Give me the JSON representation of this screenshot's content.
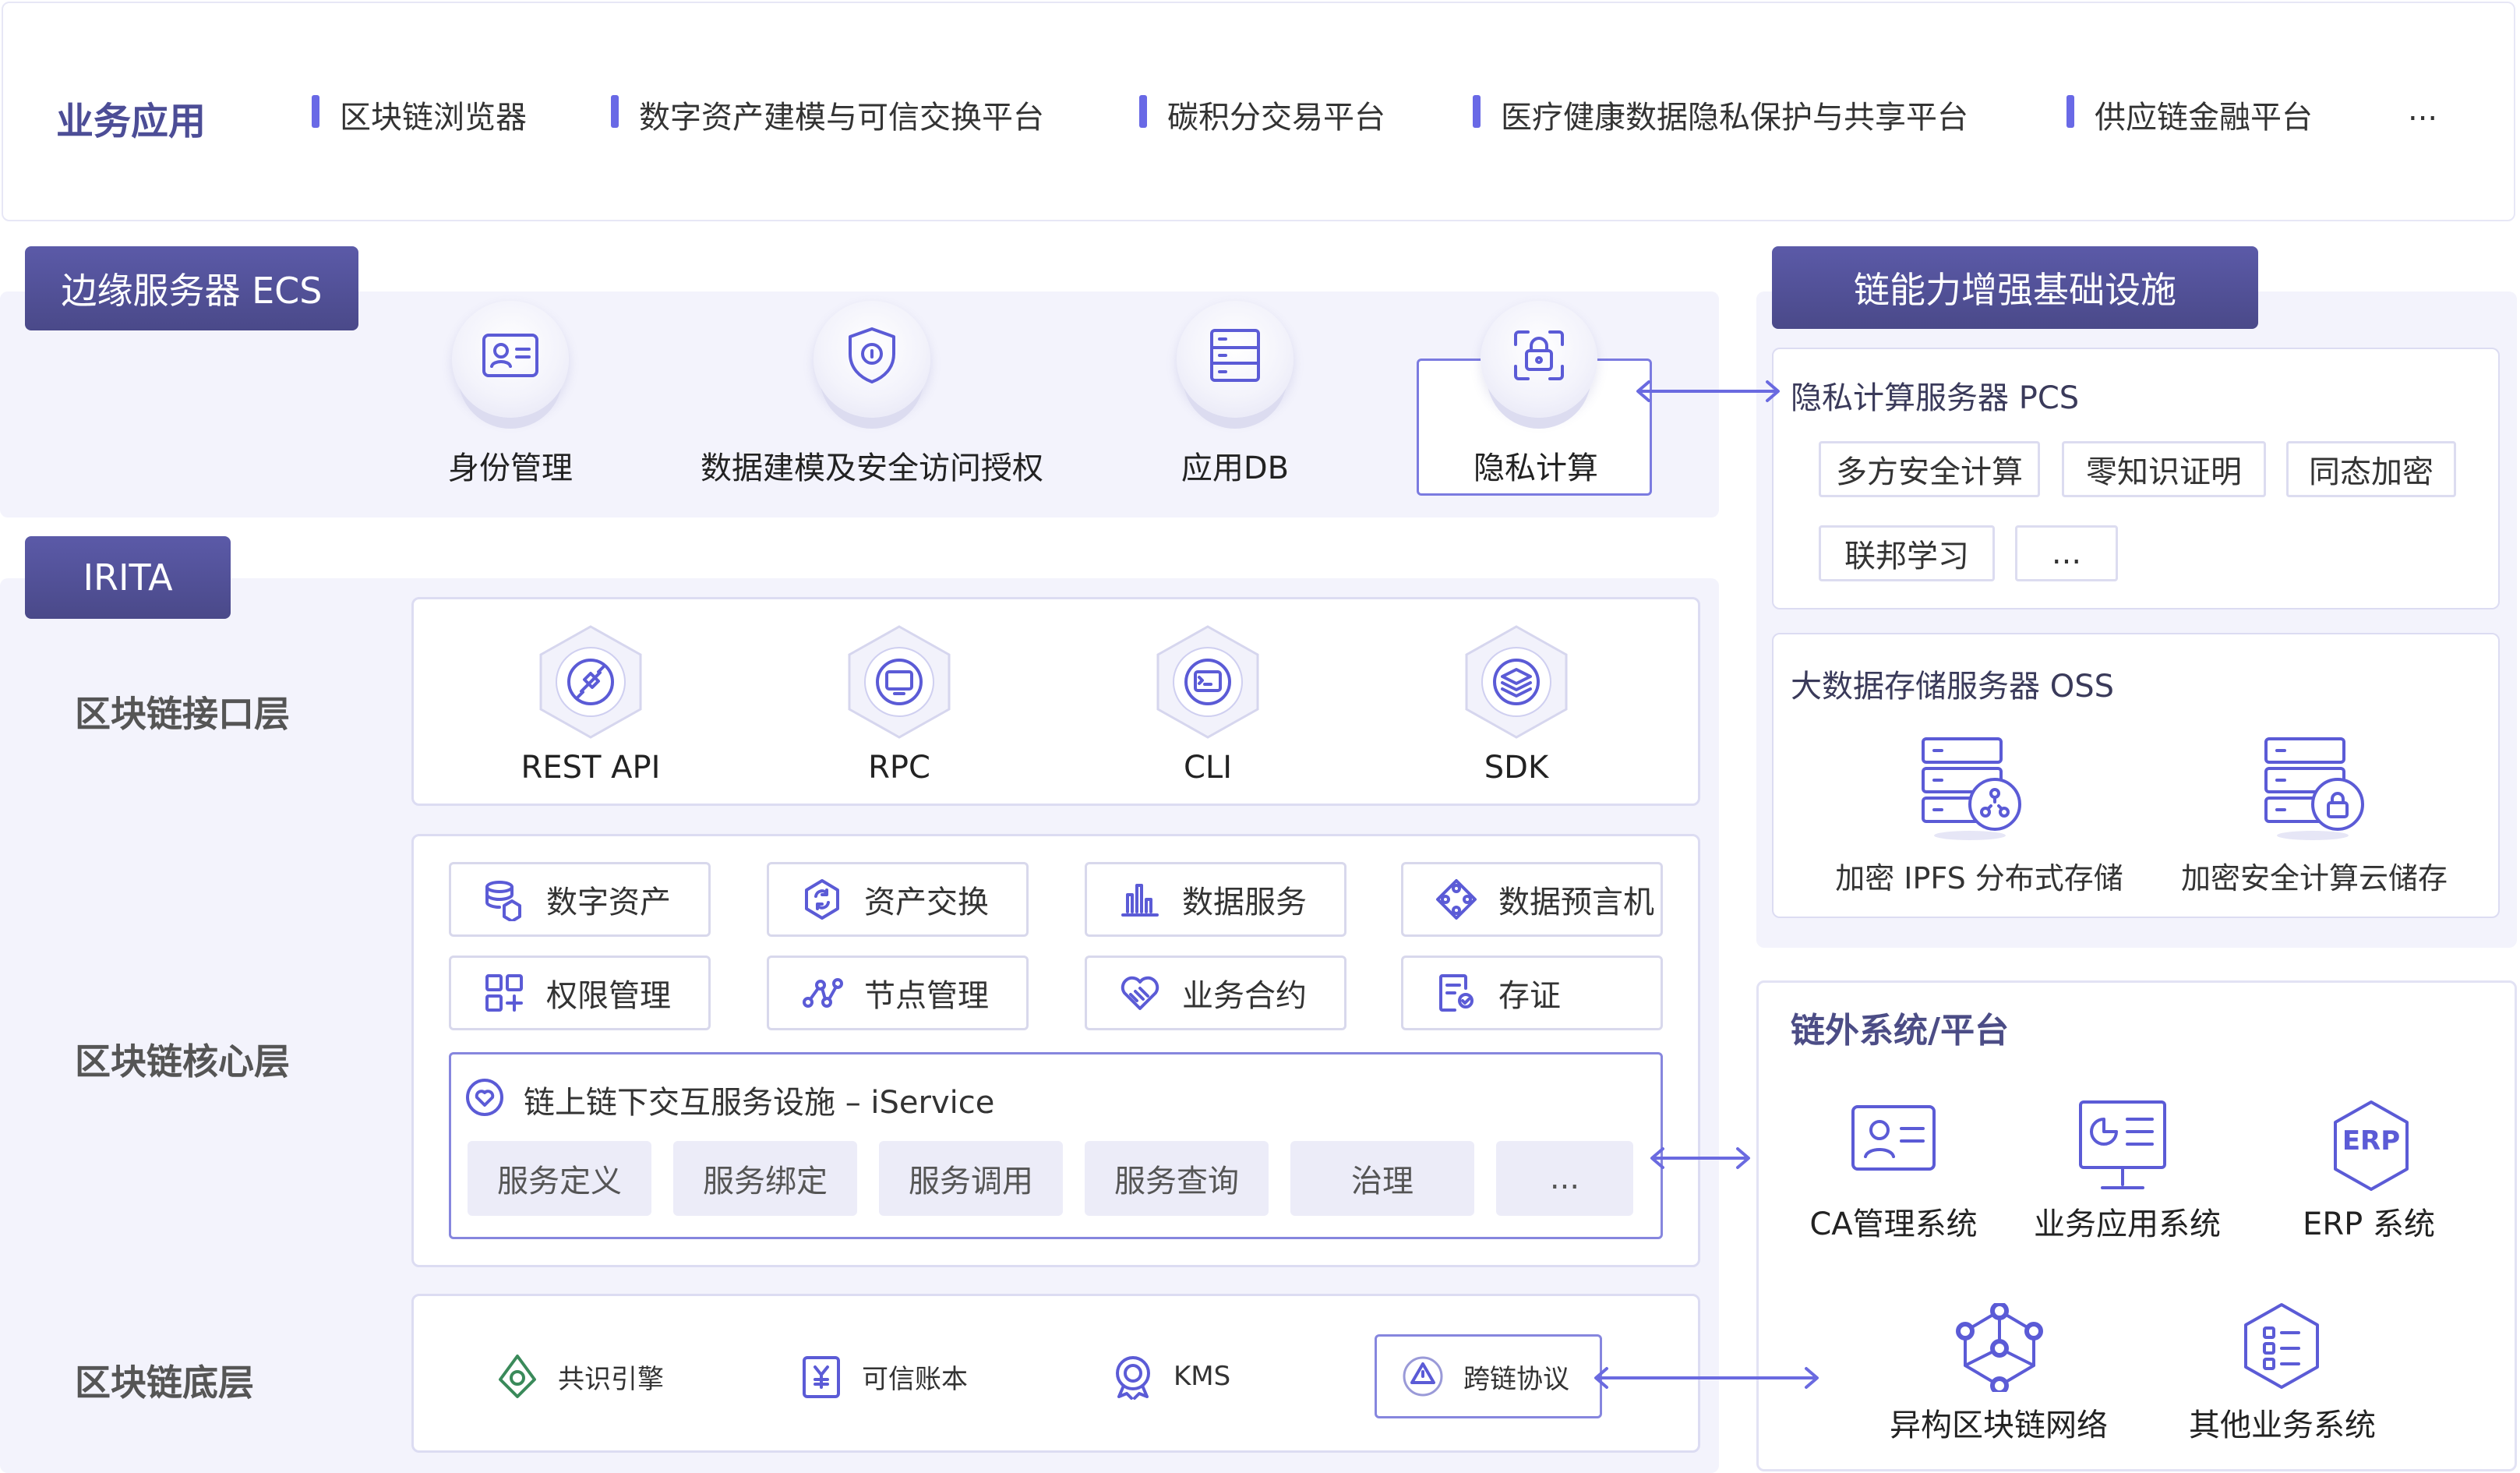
{
  "top": {
    "title": "业务应用",
    "items": [
      "区块链浏览器",
      "数字资产建模与可信交换平台",
      "碳积分交易平台",
      "医疗健康数据隐私保护与共享平台",
      "供应链金融平台"
    ],
    "more": "..."
  },
  "ecs": {
    "tag": "边缘服务器 ECS",
    "items": [
      "身份管理",
      "数据建模及安全访问授权",
      "应用DB",
      "隐私计算"
    ]
  },
  "irita": {
    "tag": "IRITA",
    "interface_layer": {
      "label": "区块链接口层",
      "items": [
        "REST API",
        "RPC",
        "CLI",
        "SDK"
      ]
    },
    "core_layer": {
      "label": "区块链核心层",
      "row1": [
        "数字资产",
        "资产交换",
        "数据服务",
        "数据预言机"
      ],
      "row2": [
        "权限管理",
        "节点管理",
        "业务合约",
        "存证"
      ],
      "iservice_title": "链上链下交互服务设施 – iService",
      "services": [
        "服务定义",
        "服务绑定",
        "服务调用",
        "服务查询",
        "治理",
        "..."
      ]
    },
    "base_layer": {
      "label": "区块链底层",
      "items": [
        "共识引擎",
        "可信账本",
        "KMS",
        "跨链协议"
      ]
    }
  },
  "infra": {
    "tag": "链能力增强基础设施",
    "pcs": {
      "title": "隐私计算服务器 PCS",
      "chips_row1": [
        "多方安全计算",
        "零知识证明",
        "同态加密"
      ],
      "chips_row2": [
        "联邦学习",
        "..."
      ]
    },
    "oss": {
      "title": "大数据存储服务器 OSS",
      "items": [
        "加密 IPFS 分布式存储",
        "加密安全计算云储存"
      ]
    }
  },
  "external": {
    "title": "链外系统/平台",
    "row1": [
      "CA管理系统",
      "业务应用系统",
      "ERP 系统"
    ],
    "row2": [
      "异构区块链网络",
      "其他业务系统"
    ],
    "erp_icon_text": "ERP"
  },
  "colors": {
    "accent": "#5b5bd6",
    "tag_bg": "#4f4e94",
    "panel_bg": "#f3f3fc"
  }
}
